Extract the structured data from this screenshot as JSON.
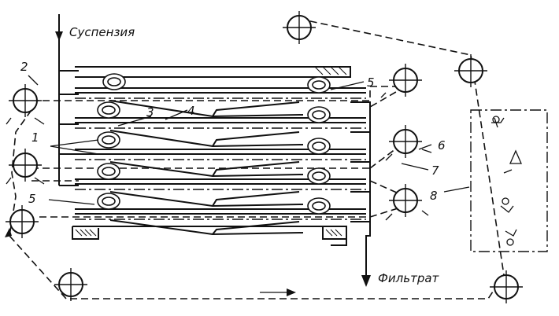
{
  "labels": {
    "suspension": "Суспензия",
    "filtrate": "Фильтрат"
  },
  "callouts": {
    "n1": "1",
    "n2": "2",
    "n3": "3",
    "n4": "4",
    "n5a": "5",
    "n5b": "5",
    "n6": "6",
    "n7": "7",
    "n8": "8"
  },
  "style": {
    "line_color": "#111111",
    "background": "#ffffff"
  }
}
